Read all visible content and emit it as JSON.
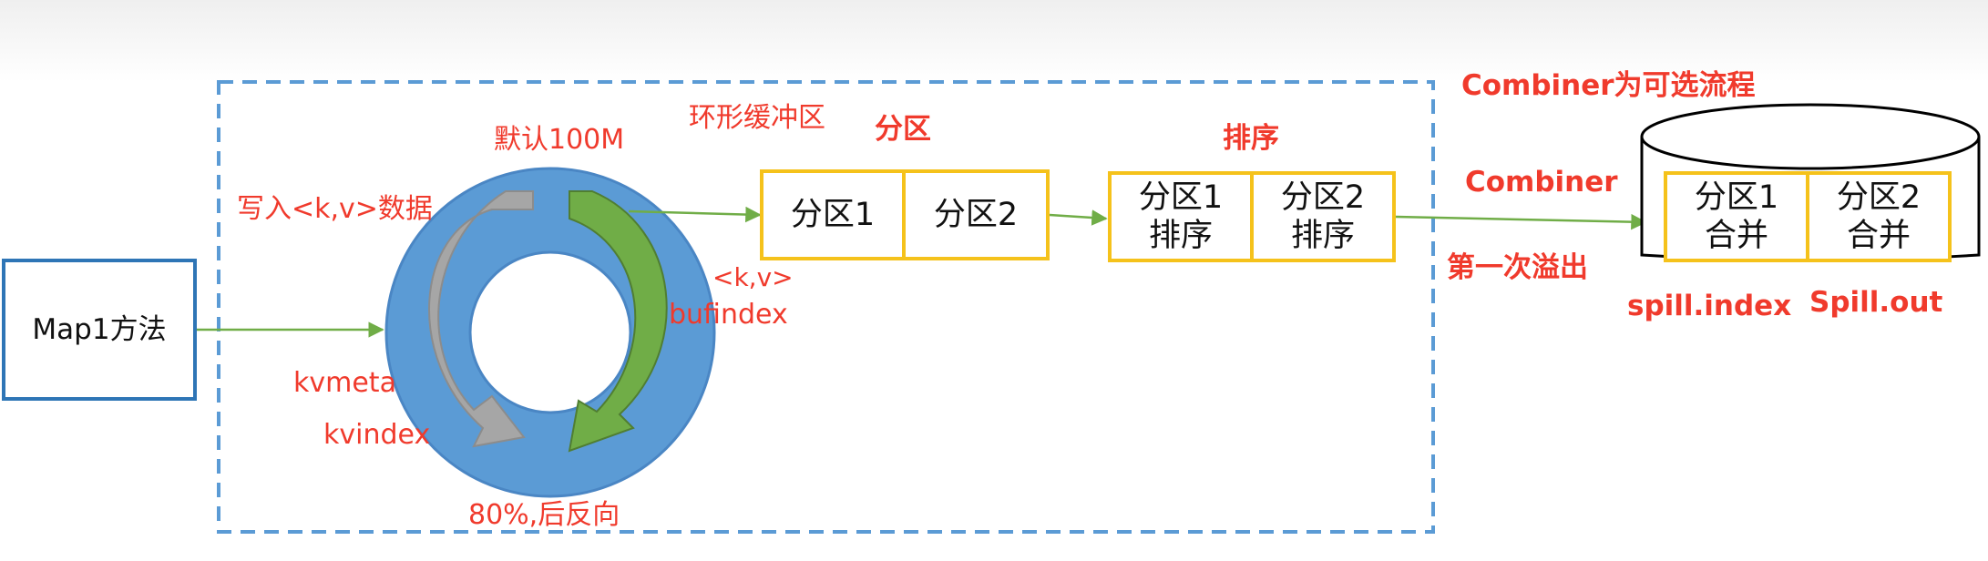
{
  "map_box": {
    "label": "Map1方法"
  },
  "ring_buffer": {
    "title": "环形缓冲区",
    "default_size": "默认100M",
    "write_data": "写入<k,v>数据",
    "kv_label": "<k,v>",
    "bufindex": "bufindex",
    "kvmeta": "kvmeta",
    "kvindex": "kvindex",
    "reverse": "80%,后反向"
  },
  "partition": {
    "title": "分区",
    "cells": [
      "分区1",
      "分区2"
    ]
  },
  "sort": {
    "title": "排序",
    "cells": [
      {
        "line1": "分区1",
        "line2": "排序"
      },
      {
        "line1": "分区2",
        "line2": "排序"
      }
    ]
  },
  "combiner": {
    "optional_note": "Combiner为可选流程",
    "label": "Combiner",
    "first_spill": "第一次溢出"
  },
  "merge": {
    "cells": [
      {
        "line1": "分区1",
        "line2": "合并"
      },
      {
        "line1": "分区2",
        "line2": "合并"
      }
    ],
    "spill_index": "spill.index",
    "spill_out": "Spill.out"
  },
  "colors": {
    "red_text": "#f03a2c",
    "dashed_border": "#5b9bd5",
    "ring_blue": "#5b9bd5",
    "arrow_green": "#70ad47",
    "cell_border": "#f5c21b",
    "map_border": "#2e75b6"
  }
}
